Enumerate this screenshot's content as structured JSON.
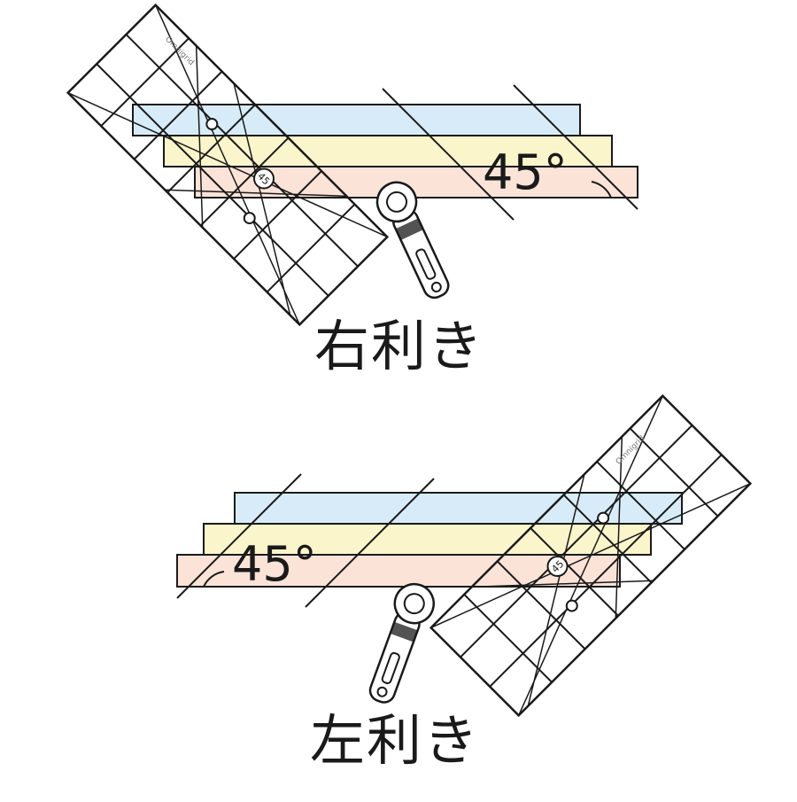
{
  "diagrams": [
    {
      "id": "right",
      "caption": "右利き",
      "angle_label": "45°",
      "ruler_circle_label": "45",
      "ruler_brand": "Omnigrid",
      "strip_colors": [
        "#d7ecf8",
        "#fbf5cc",
        "#fbe3d7"
      ]
    },
    {
      "id": "left",
      "caption": "左利き",
      "angle_label": "45°",
      "ruler_circle_label": "45",
      "ruler_brand": "Omnigrid",
      "strip_colors": [
        "#d7ecf8",
        "#fbf5cc",
        "#fbe3d7"
      ]
    }
  ],
  "icons": [
    "rotary-cutter-icon",
    "quilting-ruler-icon"
  ]
}
